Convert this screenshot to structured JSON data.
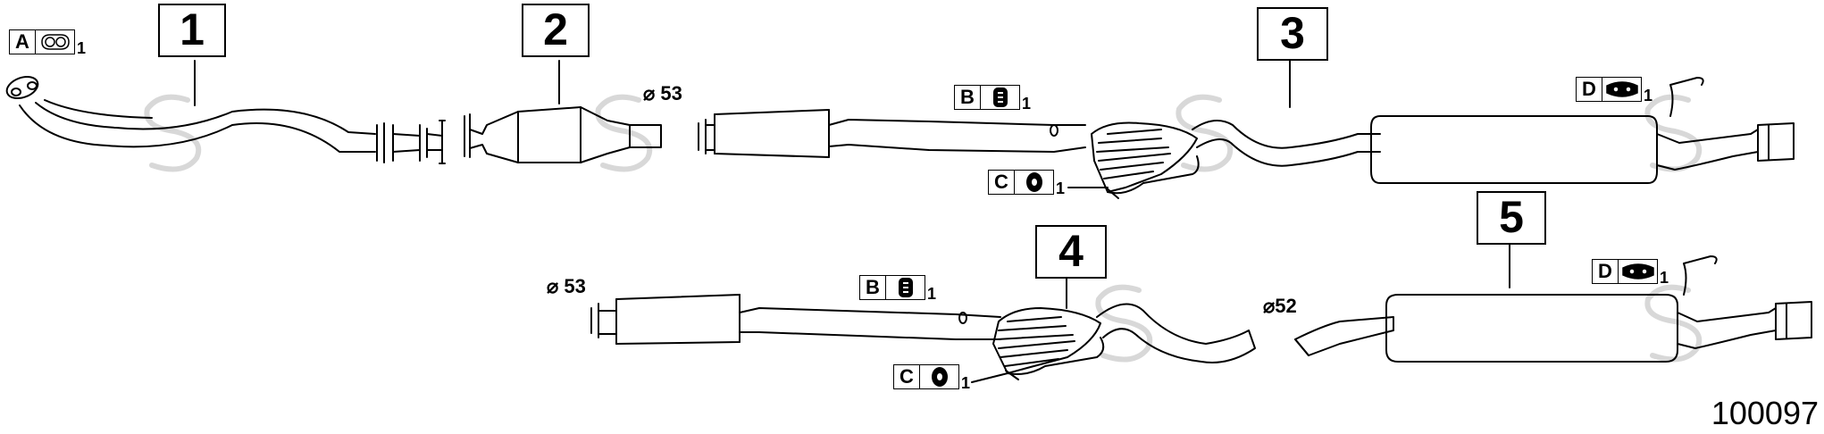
{
  "callouts": [
    "1",
    "2",
    "3",
    "4",
    "5"
  ],
  "tags": {
    "A": {
      "letter": "A",
      "qty": "1",
      "part_icon": "gasket-icon"
    },
    "B_top": {
      "letter": "B",
      "qty": "1",
      "part_icon": "rubber-hanger-icon"
    },
    "C_top": {
      "letter": "C",
      "qty": "1",
      "part_icon": "rubber-ring-icon"
    },
    "D_top": {
      "letter": "D",
      "qty": "1",
      "part_icon": "mounting-strap-icon"
    },
    "B_bottom": {
      "letter": "B",
      "qty": "1",
      "part_icon": "rubber-hanger-icon"
    },
    "C_bottom": {
      "letter": "C",
      "qty": "1",
      "part_icon": "rubber-ring-icon"
    },
    "D_bottom": {
      "letter": "D",
      "qty": "1",
      "part_icon": "mounting-strap-icon"
    }
  },
  "diameters": {
    "top": "⌀ 53",
    "bottom_left": "⌀ 53",
    "bottom_right": "⌀52"
  },
  "drawing_code": "100097"
}
